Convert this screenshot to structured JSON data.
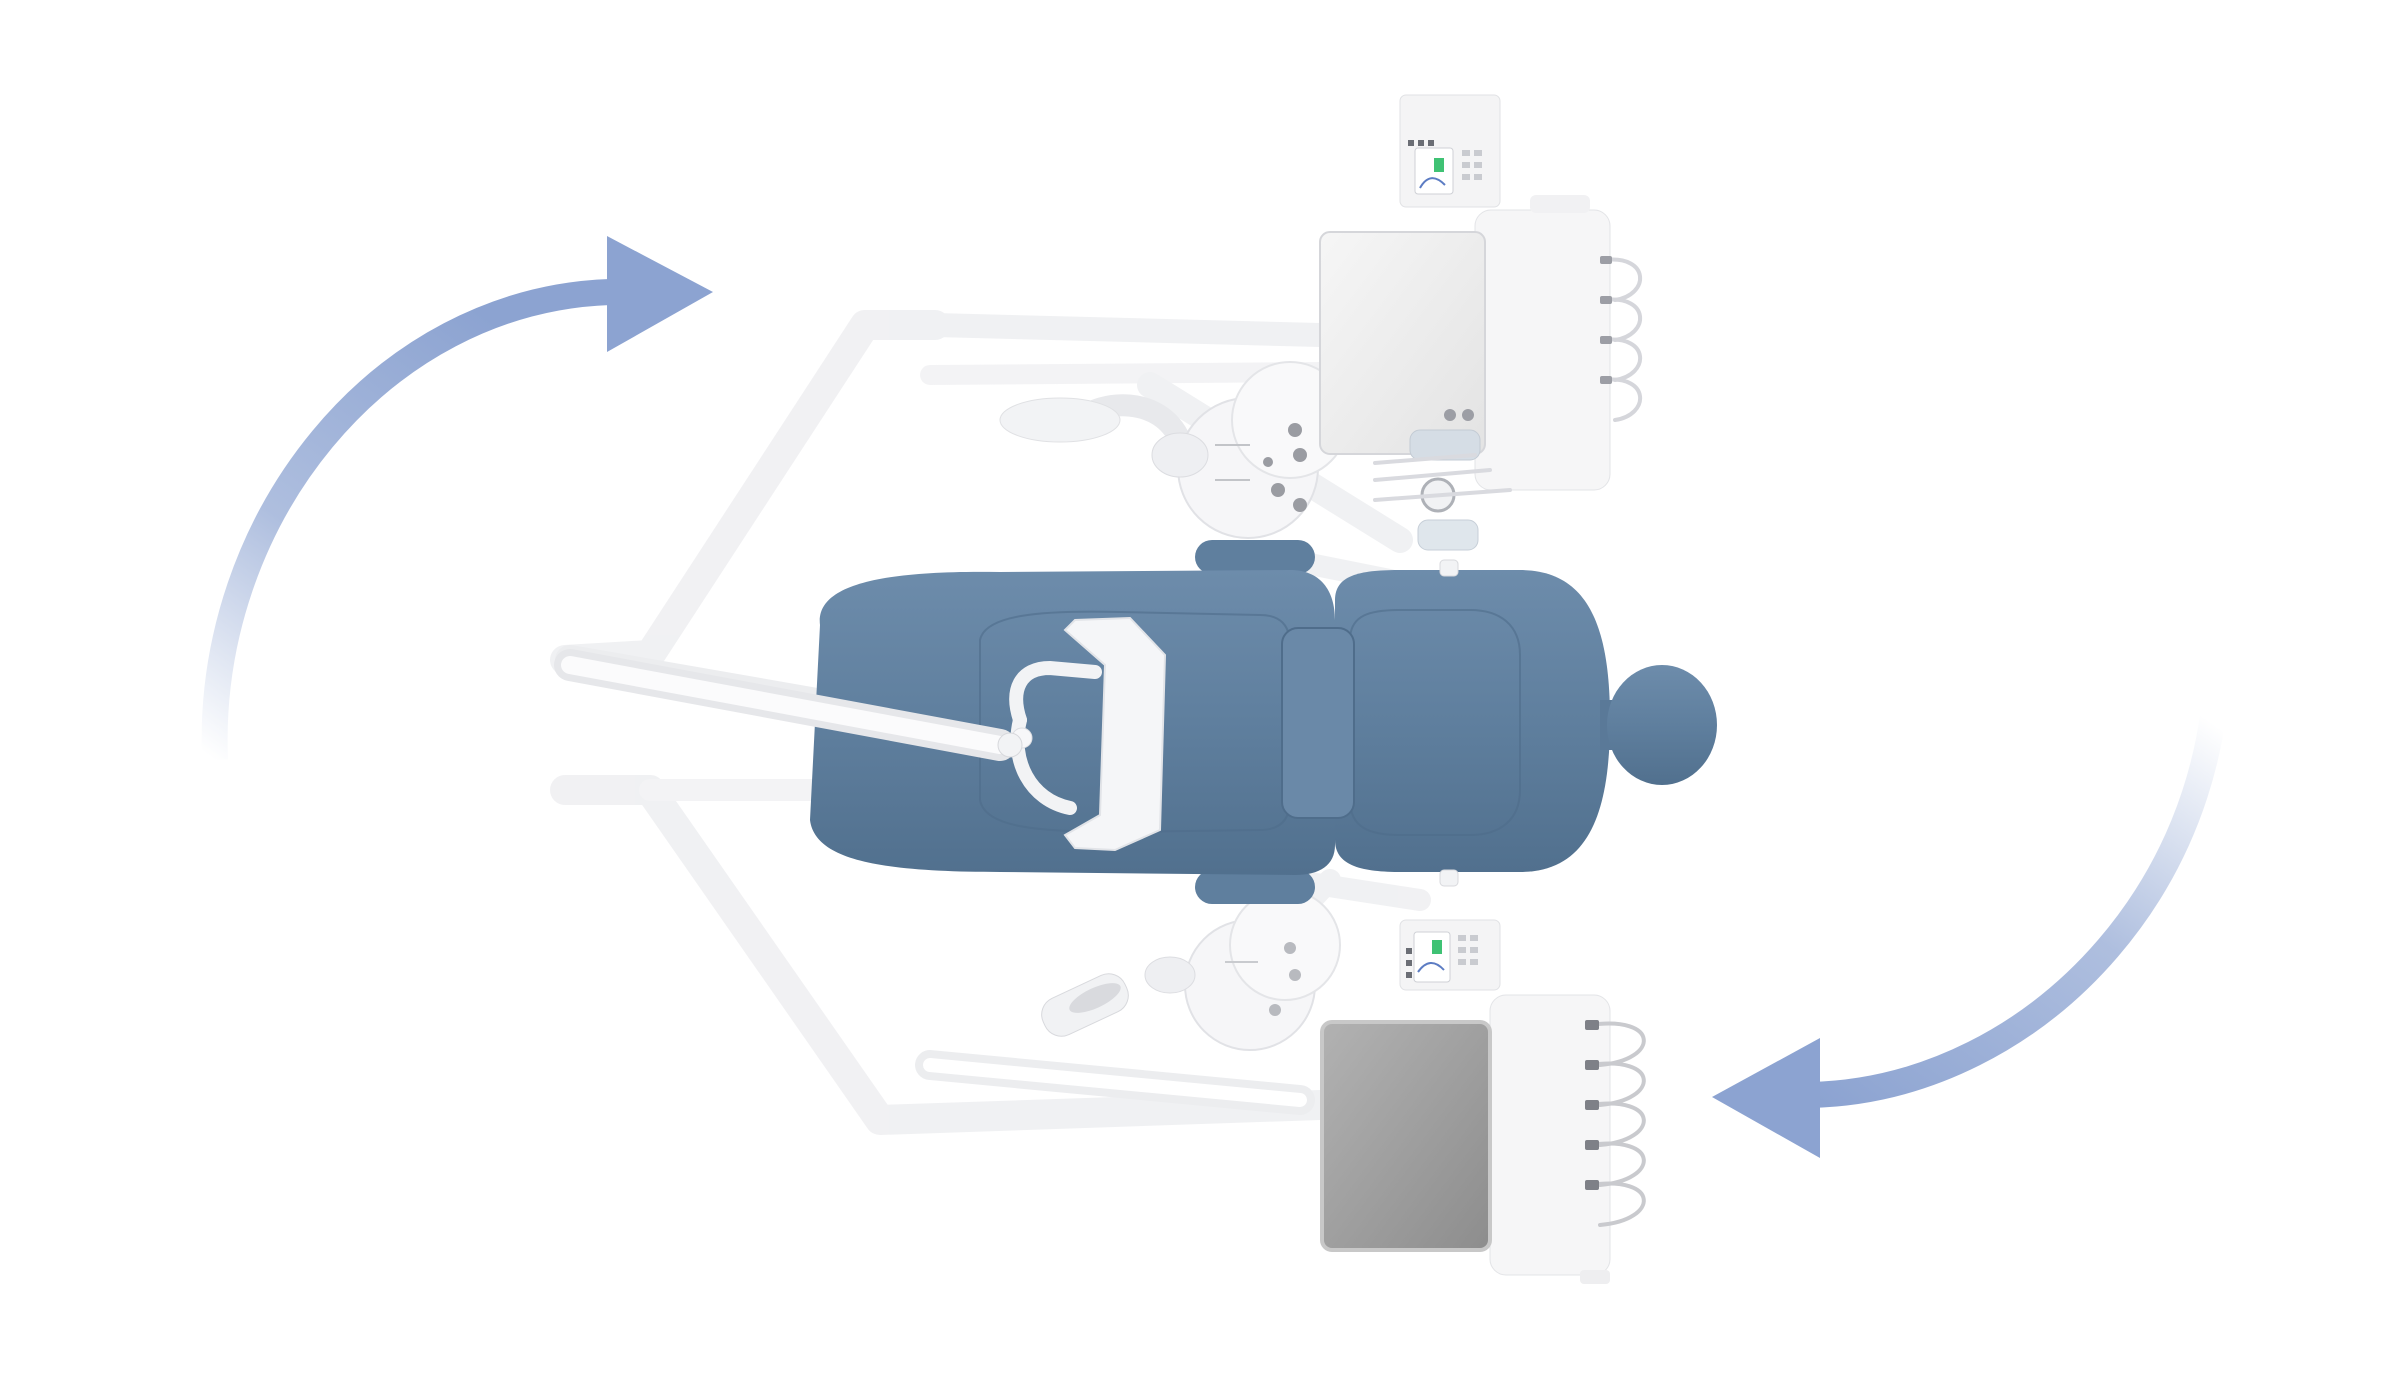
{
  "scene": {
    "subject": "dental-chair-top-view",
    "background_color": "#ffffff",
    "colors": {
      "upholstery": "#5f7f9e",
      "upholstery_dark": "#4d6b88",
      "upholstery_light": "#7b98b5",
      "arrow": "#8ca3d1",
      "frame": "#f3f3f4",
      "frame_edge": "#e2e3e6",
      "tray_light": "#efefef",
      "tray_dark": "#9c9c9c",
      "screen_green": "#3fc274"
    },
    "icons": {
      "rotate_clockwise_arrow": "curved-arrow-top-left",
      "rotate_counterclockwise_arrow": "curved-arrow-bottom-right"
    }
  }
}
